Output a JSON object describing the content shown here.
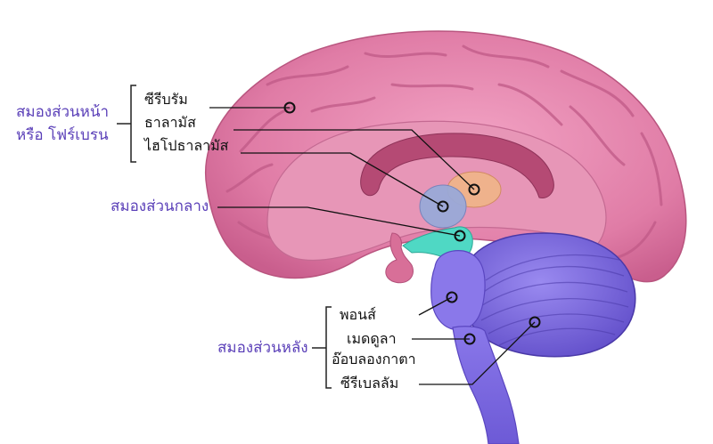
{
  "regions": {
    "forebrain_line1": "สมองส่วนหน้า",
    "forebrain_line2": "หรือ โฟร์เบรน",
    "midbrain": "สมองส่วนกลาง",
    "hindbrain": "สมองส่วนหลัง"
  },
  "parts": {
    "cerebrum": "ซีรีบรัม",
    "thalamus": "ธาลามัส",
    "hypothalamus": "ไฮโปธาลามัส",
    "pons": "พอนส์",
    "medulla_line1": "เมดดูลา",
    "medulla_line2": "อ๊อบลองกาตา",
    "cerebellum": "ซีรีเบลลัม"
  },
  "colors": {
    "region_text": "#5a3fb8",
    "cerebrum": "#e27fa6",
    "thalamus": "#f0b48a",
    "hypothalamus": "#9aa9d8",
    "midbrain": "#4fd8c4",
    "hindbrain": "#7f6ee0"
  }
}
